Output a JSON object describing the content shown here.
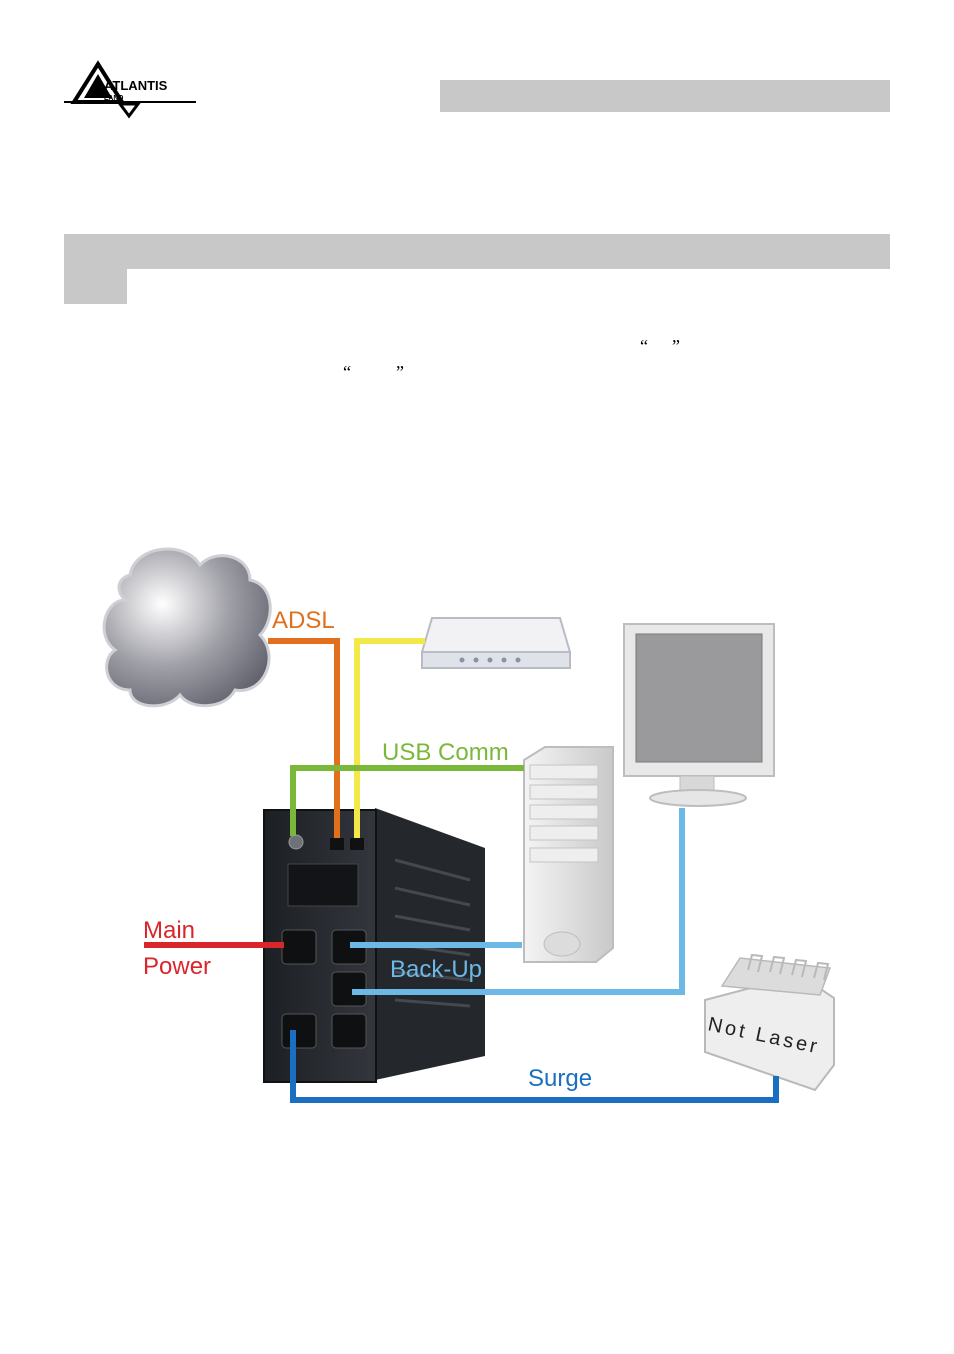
{
  "header": {
    "logo_text": "ATLANTIS",
    "logo_subtext": "LAND"
  },
  "body_text": {
    "quote_open_1": "“",
    "quote_close_1": "”",
    "quote_open_2": "“",
    "quote_close_2": "”"
  },
  "diagram": {
    "labels": {
      "adsl": "ADSL",
      "usb_comm": "USB Comm",
      "main": "Main",
      "power": "Power",
      "back_up": "Back-Up",
      "surge": "Surge",
      "printer_text": "Not Laser"
    },
    "colors": {
      "adsl": "#e0701c",
      "yellow_line": "#f2e84a",
      "usb": "#7ab83a",
      "main_power": "#d8262b",
      "back_up": "#6cb8e6",
      "surge": "#1a6fc0",
      "gray_bars": "#c8c8c8"
    },
    "icons": [
      "cloud-icon",
      "modem-icon",
      "monitor-icon",
      "pc-tower-icon",
      "ups-icon",
      "printer-icon"
    ]
  }
}
